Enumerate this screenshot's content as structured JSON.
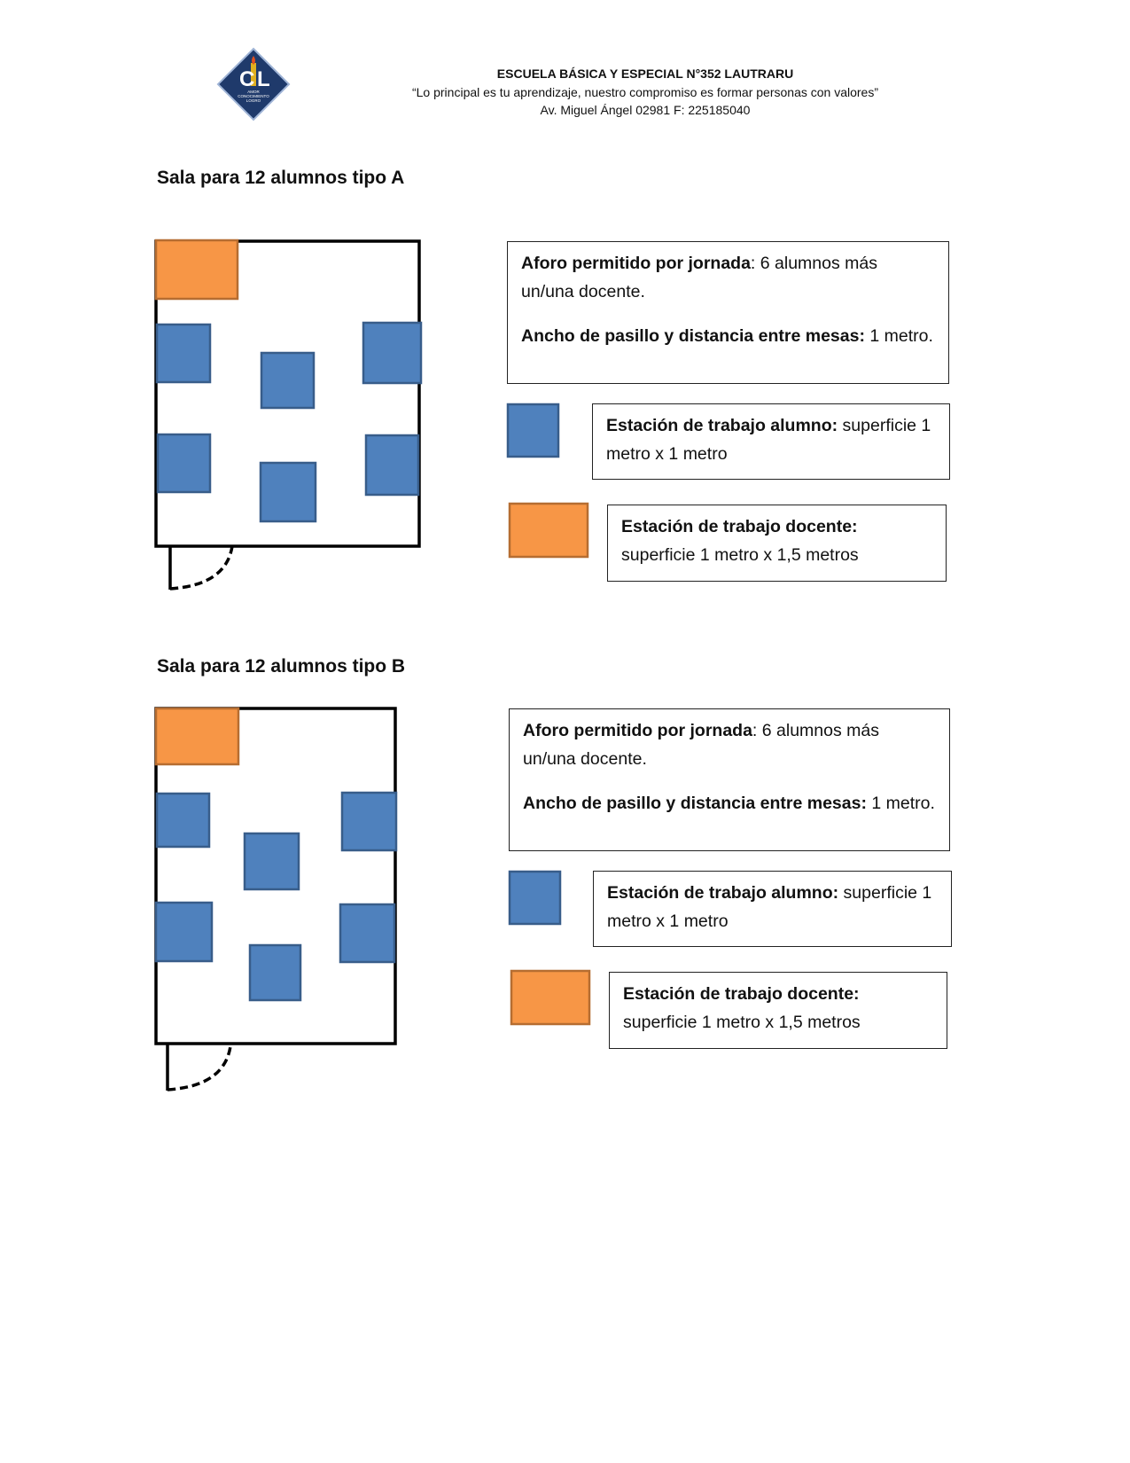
{
  "header": {
    "school_name": "ESCUELA BÁSICA Y ESPECIAL N°352 LAUTRARU",
    "motto": "“Lo principal es tu aprendizaje, nuestro compromiso es formar personas con valores”",
    "address": "Av. Miguel Ángel 02981 F: 225185040",
    "logo_text": [
      "CIL",
      "AMOR",
      "CONOCIMIENTO",
      "LOGRO"
    ]
  },
  "colors": {
    "student_desk": "#4f81bd",
    "student_border": "#385d8a",
    "teacher_desk": "#f79646",
    "teacher_border": "#b66d31"
  },
  "sections": [
    {
      "title": "Sala para 12 alumnos tipo A",
      "aforo_label": "Aforo permitido por jornada",
      "aforo_value": ": 6 alumnos más un/una docente.",
      "ancho_label": "Ancho de pasillo y distancia entre mesas:",
      "ancho_value": " 1 metro.",
      "alumno_label": "Estación de trabajo alumno:",
      "alumno_value": " superficie 1 metro x 1 metro",
      "docente_label": "Estación de trabajo docente:",
      "docente_value": "superficie 1 metro x 1,5 metros"
    },
    {
      "title": "Sala para 12 alumnos tipo B",
      "aforo_label": "Aforo permitido por jornada",
      "aforo_value": ": 6 alumnos más un/una docente.",
      "ancho_label": "Ancho de pasillo y distancia entre mesas:",
      "ancho_value": " 1 metro.",
      "alumno_label": "Estación de trabajo alumno:",
      "alumno_value": " superficie 1 metro x 1 metro",
      "docente_label": "Estación de trabajo docente:",
      "docente_value": "superficie 1 metro x 1,5 metros"
    }
  ]
}
